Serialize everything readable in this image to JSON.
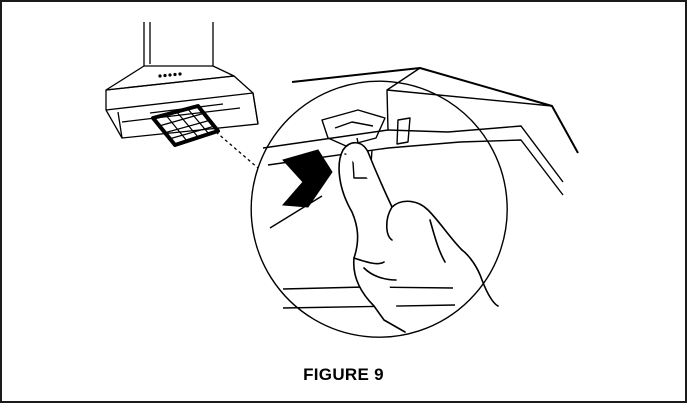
{
  "figure": {
    "caption": "FIGURE 9"
  },
  "colors": {
    "ink": "#000000",
    "paper": "#ffffff",
    "frame": "#1a1a1a"
  },
  "icons": {
    "hood": "range-hood-illustration",
    "filter": "grease-filter-icon",
    "arrow": "push-direction-arrow-icon",
    "hand": "pointing-hand-illustration"
  }
}
